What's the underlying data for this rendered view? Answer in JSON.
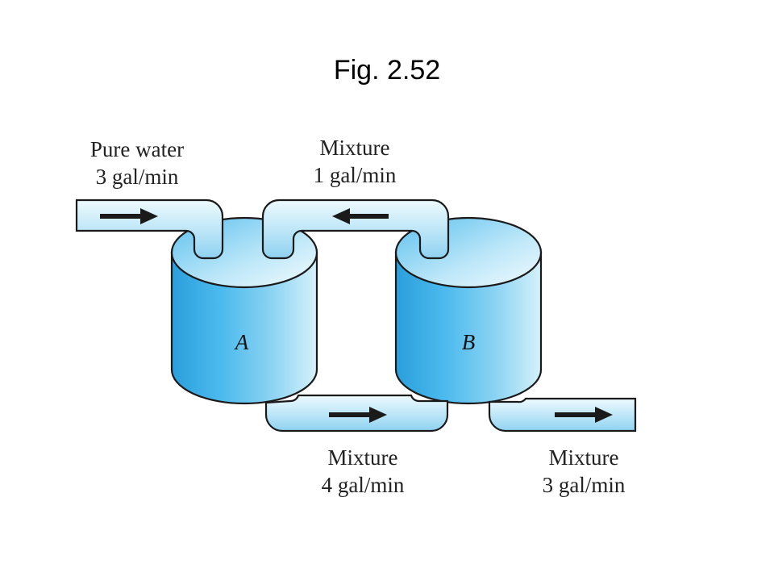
{
  "figure": {
    "title": "Fig. 2.52"
  },
  "tanks": [
    {
      "label": "A"
    },
    {
      "label": "B"
    }
  ],
  "flows": {
    "inlet_a": {
      "line1": "Pure water",
      "line2": "3 gal/min",
      "direction": "right"
    },
    "b_to_a": {
      "line1": "Mixture",
      "line2": "1 gal/min",
      "direction": "left"
    },
    "a_to_b": {
      "line1": "Mixture",
      "line2": "4 gal/min",
      "direction": "right"
    },
    "outlet_b": {
      "line1": "Mixture",
      "line2": "3 gal/min",
      "direction": "right"
    }
  },
  "colors": {
    "tank_body": "#3fb0e8",
    "tank_light": "#e6f7fd",
    "pipe": "#c9ecfa",
    "outline": "#1a1a1a",
    "arrow": "#1a1a1a"
  }
}
